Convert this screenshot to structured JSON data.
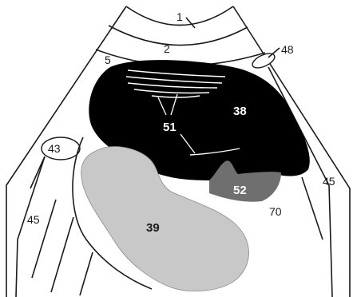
{
  "labels": {
    "l1": "1",
    "l2": "2",
    "l5": "5",
    "l48": "48",
    "l38": "38",
    "l51": "51",
    "l43": "43",
    "l52": "52",
    "l45_right": "45",
    "l70": "70",
    "l45_left": "45",
    "l39": "39"
  },
  "colors": {
    "liver": "#000000",
    "kidney": "#c8c8c8",
    "gallbladder_region": "#6f6f6f",
    "outline": "#1a1a1a"
  }
}
